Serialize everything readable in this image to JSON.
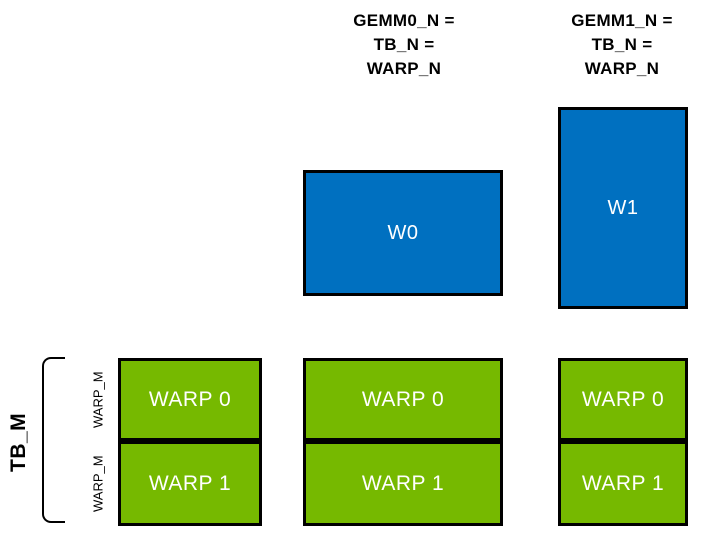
{
  "colors": {
    "blue": "#0070C0",
    "green": "#76B900",
    "outline": "#000000",
    "text_on_fill": "#FFFFFF"
  },
  "top_labels": {
    "gemm0": "GEMM0_N =\nTB_N =\nWARP_N",
    "gemm1": "GEMM1_N =\nTB_N =\nWARP_N"
  },
  "warp_tiles": {
    "w0": "W0",
    "w1": "W1"
  },
  "columns": [
    {
      "name": "left",
      "warps": [
        "WARP 0",
        "WARP 1"
      ]
    },
    {
      "name": "middle",
      "warps": [
        "WARP 0",
        "WARP 1"
      ]
    },
    {
      "name": "right",
      "warps": [
        "WARP 0",
        "WARP 1"
      ]
    }
  ],
  "left_axis": {
    "tb_m": "TB_M",
    "warp_m_labels": [
      "WARP_M",
      "WARP_M"
    ]
  }
}
